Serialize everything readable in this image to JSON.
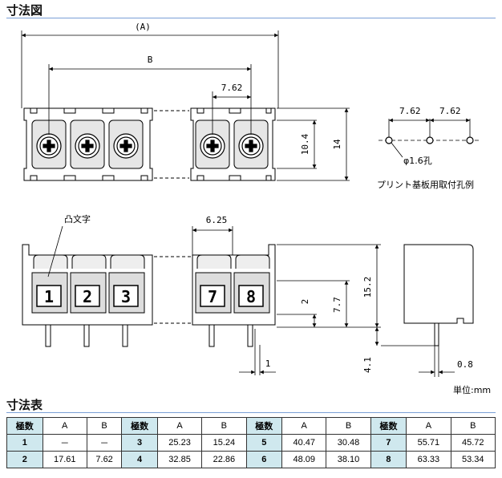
{
  "titles": {
    "dimension_drawing": "寸法図",
    "dimension_table": "寸法表"
  },
  "dims": {
    "overall": "(A)",
    "b": "B",
    "pitch_top": "7.62",
    "height_top": "10.4",
    "height_side": "14",
    "pitch_bottom": "6.25",
    "h_152": "15.2",
    "h_77": "7.7",
    "h_2": "2",
    "h_41": "4.1",
    "w_1": "1",
    "pin_08": "0.8",
    "hole_p1": "7.62",
    "hole_p2": "7.62",
    "hole_dia": "φ1.6孔"
  },
  "labels": {
    "emboss": "凸文字",
    "pcb_example": "プリント基板用取付孔例",
    "unit": "単位:mm"
  },
  "terminal_numbers": [
    "1",
    "2",
    "3",
    "7",
    "8"
  ],
  "table": {
    "headers": [
      "極数",
      "A",
      "B",
      "極数",
      "A",
      "B",
      "極数",
      "A",
      "B",
      "極数",
      "A",
      "B"
    ],
    "rows": [
      [
        "1",
        "－",
        "－",
        "3",
        "25.23",
        "15.24",
        "5",
        "40.47",
        "30.48",
        "7",
        "55.71",
        "45.72"
      ],
      [
        "2",
        "17.61",
        "7.62",
        "4",
        "32.85",
        "22.86",
        "6",
        "48.09",
        "38.10",
        "8",
        "63.33",
        "53.34"
      ]
    ]
  }
}
